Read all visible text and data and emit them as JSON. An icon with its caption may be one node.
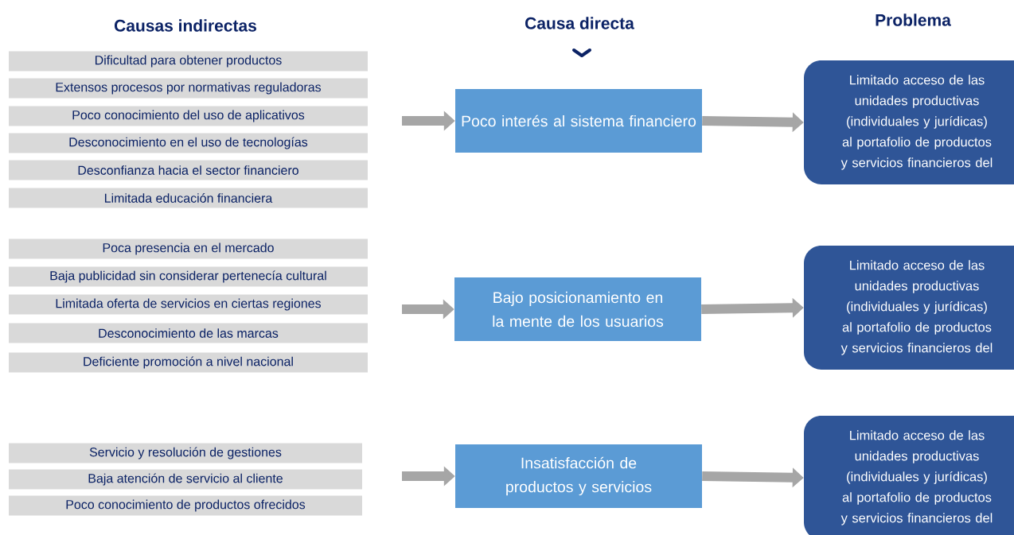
{
  "diagram": {
    "nodes": [
      {
        "text": [
          "Dificultad para obtener productos"
        ]
      },
      {
        "text": [
          "Extensos procesos por normativas reguladoras"
        ]
      },
      {
        "text": [
          "Poco conocimiento del uso de aplicativos"
        ]
      },
      {
        "text": [
          "Desconocimiento en el uso de tecnologías"
        ]
      },
      {
        "text": [
          "Desconfianza hacia el sector financiero"
        ]
      },
      {
        "text": [
          "Limitada educación financiera"
        ]
      },
      {
        "text": [
          "Poco interés al sistema financiero"
        ]
      },
      {
        "text": [
          "Limitado acceso de las unidades productivas (individuales y jurídicas) al portafolio de productos y servicios financieros del"
        ]
      },
      {
        "text": [
          "Poca presencia en el mercado"
        ]
      },
      {
        "text": [
          "Baja publicidad sin considerar pertenecía cultural"
        ]
      },
      {
        "text": [
          "Limitada oferta de servicios en ciertas regiones"
        ]
      },
      {
        "text": [
          "Desconocimiento de las marcas"
        ]
      },
      {
        "text": [
          "Deficiente promoción a nivel nacional"
        ]
      },
      {
        "text": [
          "Bajo posicionamiento en la mente de los usuarios"
        ]
      },
      {
        "text": [
          "Limitado acceso de las unidades productivas (individuales y jurídicas) al portafolio de productos y servicios financieros del"
        ]
      },
      {
        "text": [
          "Servicio y resolución de gestiones"
        ]
      },
      {
        "text": [
          "Baja atención de servicio al cliente"
        ]
      },
      {
        "text": [
          "Poco conocimiento de productos ofrecidos"
        ]
      },
      {
        "text": [
          "Insatisfacción de productos y servicios"
        ]
      },
      {
        "text": [
          "Limitado acceso de las unidades productivas (individuales y jurídicas) al portafolio de productos y servicios financieros del"
        ]
      }
    ],
    "edges": [
      {
        "from": null,
        "to": 6,
        "arrow": "to"
      },
      {
        "from": 6,
        "to": 7,
        "arrow": "to"
      },
      {
        "from": null,
        "to": 13,
        "arrow": "to"
      },
      {
        "from": 13,
        "to": 14,
        "arrow": "to"
      },
      {
        "from": null,
        "to": 18,
        "arrow": "to"
      },
      {
        "from": 18,
        "to": 19,
        "arrow": "to"
      }
    ],
    "labels": [
      "Causas indirectas",
      "Causa directa",
      "Problema"
    ]
  }
}
